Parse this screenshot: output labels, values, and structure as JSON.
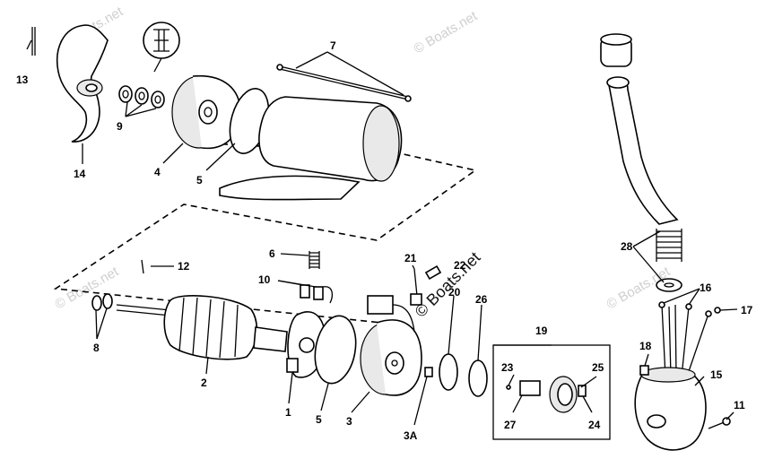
{
  "callouts": {
    "c1": "1",
    "c3": "3",
    "c3a": "3A",
    "c4": "4",
    "c5a": "5",
    "c5b": "5",
    "c6": "6",
    "c7": "7",
    "c8": "8",
    "c9": "9",
    "c10": "10",
    "c11": "11",
    "c12": "12",
    "c13": "13",
    "c14": "14",
    "c15": "15",
    "c16": "16",
    "c17": "17",
    "c18": "18",
    "c19": "19",
    "c20": "20",
    "c21": "21",
    "c22": "22",
    "c23": "23",
    "c24": "24",
    "c25": "25",
    "c26": "26",
    "c27": "27",
    "c28": "28",
    "c2": "2"
  },
  "watermarks": {
    "w1": "© Boats.net",
    "w2": "© Boats.net",
    "w3": "© Boats.net",
    "w4": "© Boats.net",
    "w5": "© Boats.net"
  },
  "colors": {
    "line": "#000000",
    "background": "#ffffff",
    "watermark": "#cfcfcf"
  }
}
